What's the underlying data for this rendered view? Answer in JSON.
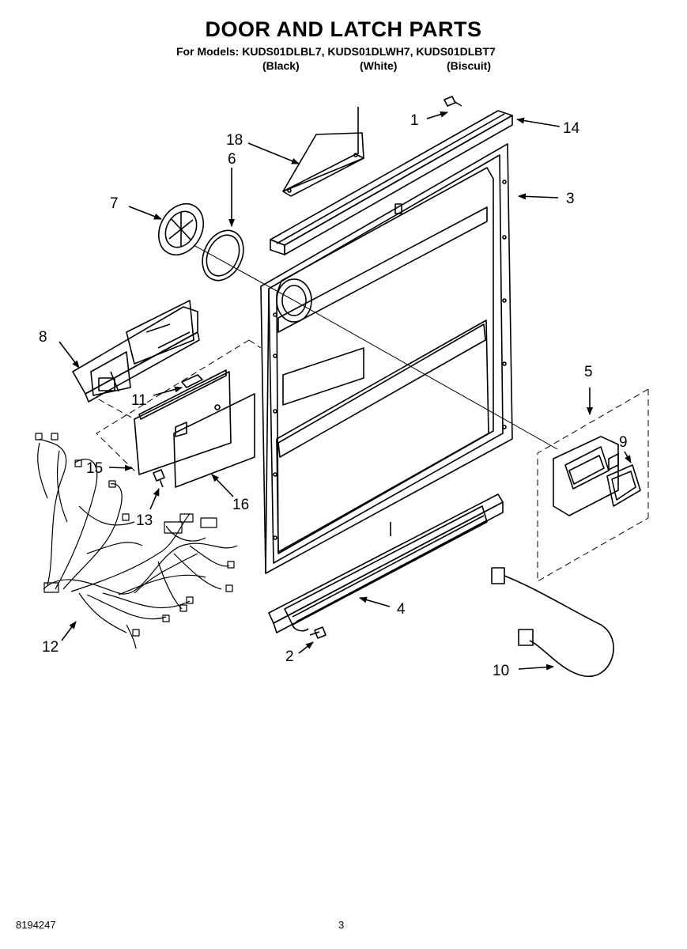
{
  "header": {
    "title": "DOOR AND LATCH PARTS",
    "models_line": "For Models: KUDS01DLBL7, KUDS01DLWH7, KUDS01DLBT7",
    "colors": [
      "(Black)",
      "(White)",
      "(Biscuit)"
    ]
  },
  "callouts": {
    "p1": "1",
    "p2": "2",
    "p3": "3",
    "p4": "4",
    "p5": "5",
    "p6": "6",
    "p7": "7",
    "p8": "8",
    "p9": "9",
    "p10": "10",
    "p11": "11",
    "p12": "12",
    "p13": "13",
    "p14": "14",
    "p15": "15",
    "p16": "16",
    "p18": "18"
  },
  "footer": {
    "doc_number": "8194247",
    "page_number": "3"
  },
  "style": {
    "line_color": "#000000",
    "background": "#ffffff"
  }
}
